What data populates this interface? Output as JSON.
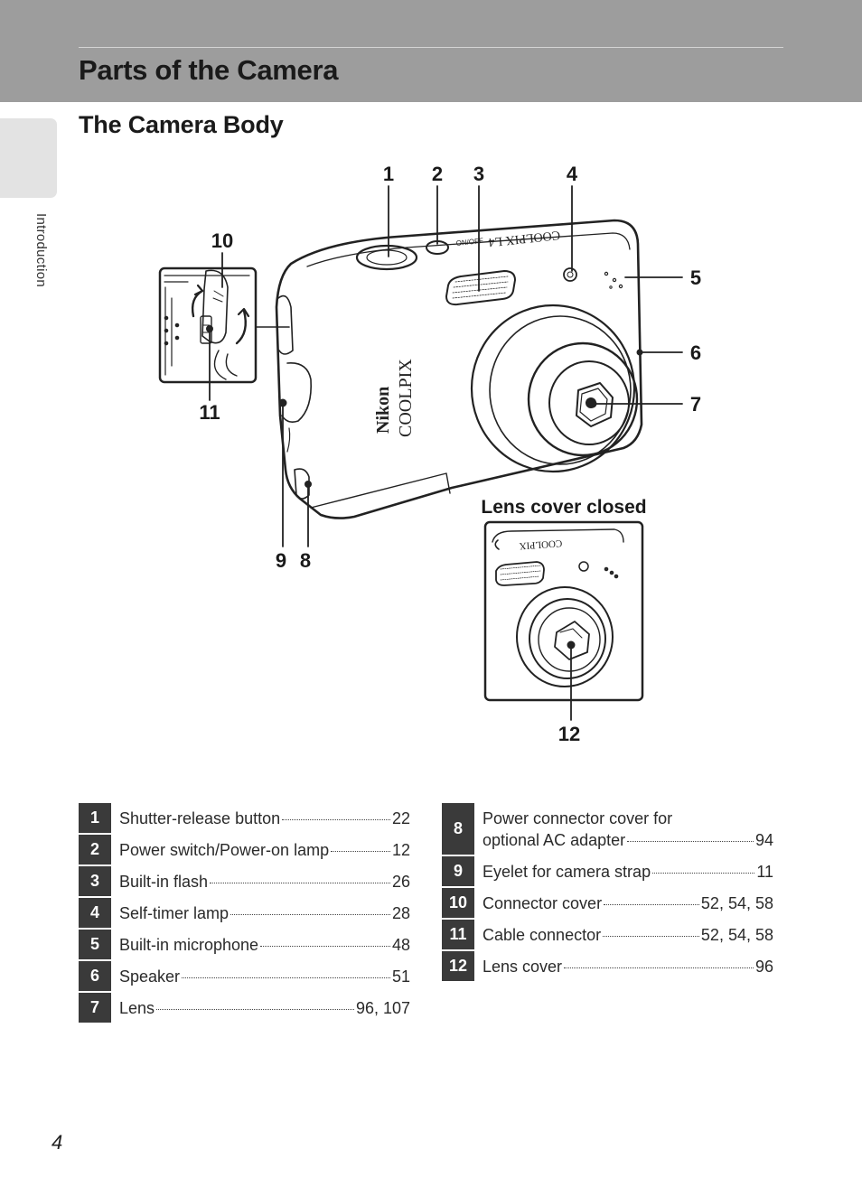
{
  "header": {
    "title": "Parts of the Camera"
  },
  "side_tab": {
    "label": "Introduction"
  },
  "section": {
    "title": "The Camera Body"
  },
  "figure": {
    "callouts": [
      "1",
      "2",
      "3",
      "4",
      "5",
      "6",
      "7",
      "8",
      "9",
      "10",
      "11",
      "12"
    ],
    "lens_cover_caption": "Lens cover closed",
    "body_text_brand": "Nikon",
    "body_text_model": "COOLPIX",
    "top_plate_text": "COOLPIX L4",
    "small_top_text": "COOLPIX"
  },
  "parts_left": [
    {
      "num": "1",
      "label": "Shutter-release button",
      "page": "22"
    },
    {
      "num": "2",
      "label": "Power switch/Power-on lamp",
      "page": "12"
    },
    {
      "num": "3",
      "label": "Built-in flash",
      "page": "26"
    },
    {
      "num": "4",
      "label": "Self-timer lamp",
      "page": "28"
    },
    {
      "num": "5",
      "label": "Built-in microphone",
      "page": "48"
    },
    {
      "num": "6",
      "label": "Speaker",
      "page": "51"
    },
    {
      "num": "7",
      "label": "Lens",
      "page": "96, 107"
    }
  ],
  "parts_right": [
    {
      "num": "8",
      "label_line1": "Power connector cover for",
      "label": "optional AC adapter",
      "page": "94"
    },
    {
      "num": "9",
      "label": "Eyelet for camera strap",
      "page": "11"
    },
    {
      "num": "10",
      "label": "Connector cover",
      "page": "52, 54, 58"
    },
    {
      "num": "11",
      "label": "Cable connector",
      "page": "52, 54, 58"
    },
    {
      "num": "12",
      "label": "Lens cover",
      "page": "96"
    }
  ],
  "footer": {
    "page_number": "4"
  }
}
